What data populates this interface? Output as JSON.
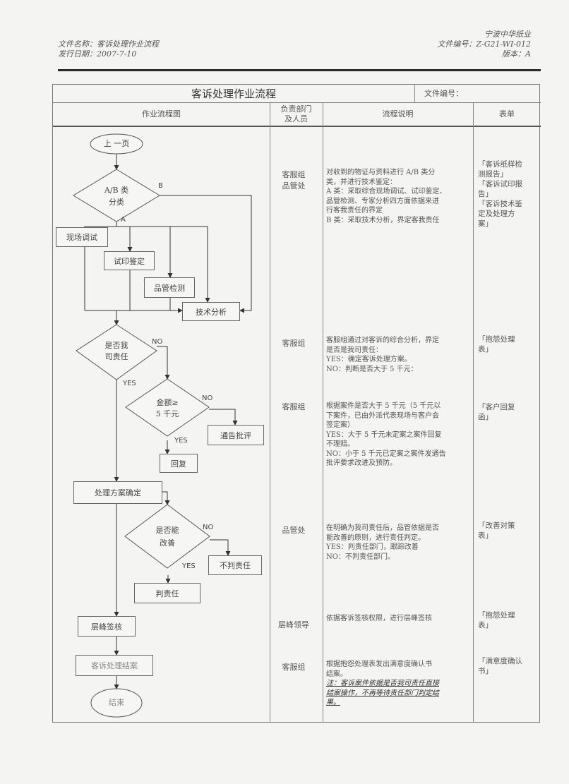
{
  "header": {
    "file_name": "文件名称：客诉处理作业流程",
    "issue_date": "发行日期：2007-7-10",
    "company": "宁波中华纸业",
    "file_no": "文件编号：Z-G21-WI-012",
    "version": "版本：A"
  },
  "table": {
    "title": "客诉处理作业流程",
    "file_no_label": "文件编号：",
    "col_flow": "作业流程图",
    "col_dept_1": "负责部门",
    "col_dept_2": "及人员",
    "col_desc": "流程说明",
    "col_form": "表单"
  },
  "flow": {
    "start": "上 一页",
    "ab_1": "A/B 类",
    "ab_2": "分类",
    "label_b": "B",
    "label_a": "A",
    "field_debug": "现场调试",
    "print_check": "试印鉴定",
    "qc_test": "品管检测",
    "tech_analysis": "技术分析",
    "resp_1": "是否我",
    "resp_2": "司责任",
    "no1": "NO",
    "yes1": "YES",
    "amt_1": "金额≥",
    "amt_2": "5 千元",
    "no2": "NO",
    "yes2": "YES",
    "notice": "通告批评",
    "reply": "回复",
    "plan": "处理方案确定",
    "improve_1": "是否能",
    "improve_2": "改善",
    "no3": "NO",
    "yes3": "YES",
    "not_judge": "不判责任",
    "judge": "判责任",
    "sign": "层峰签核",
    "close": "客诉处理结案",
    "end": "结束"
  },
  "rows": [
    {
      "dept": [
        "客服组",
        "品管处"
      ],
      "desc": [
        "对收到的物证与资料进行 A/B 类分",
        "类，并进行技术鉴定：",
        "A 类：采取综合现场调试、试印鉴定、",
        "品管检测、专家分析四方面依据来进",
        "行客我责任的界定",
        "B 类：采取技术分析，界定客我责任"
      ],
      "form": [
        "「客诉纸样检",
        "测报告」",
        "「客诉试印报",
        "告」",
        "「客诉技术鉴",
        "定及处理方",
        "案」"
      ]
    },
    {
      "dept": [
        "客服组"
      ],
      "desc": [
        "客服组通过对客诉的综合分析，界定",
        "是否是我司责任：",
        "YES：确定客诉处理方案。",
        "NO：判断是否大于 5 千元："
      ],
      "form": [
        "「抱怨处理",
        "表」"
      ]
    },
    {
      "dept": [
        "客服组"
      ],
      "desc": [
        "根据案件是否大于 5 千元（5 千元以",
        "下案件，已由外派代表现场与客户会",
        "签定案）",
        "YES：大于 5 千元未定案之案件回复",
        "不理赔。",
        "NO：小于 5 千元已定案之案件发通告",
        "批评要求改进及预防。"
      ],
      "form": [
        "「客户回复",
        "函」"
      ]
    },
    {
      "dept": [
        "品管处"
      ],
      "desc": [
        "在明确为我司责任后，品管依据是否",
        "能改善的原则，进行责任判定。",
        "YES：判责任部门，跟踪改善",
        "NO：不判责任部门。"
      ],
      "form": [
        "「改善对策",
        "表」"
      ]
    },
    {
      "dept": [
        "层峰领导"
      ],
      "desc": [
        "依据客诉签核权限，进行层峰签核"
      ],
      "form": [
        "「抱怨处理",
        "表」"
      ]
    },
    {
      "dept": [
        "客服组"
      ],
      "desc": [
        "根据抱怨处理表发出满意度确认书",
        "结案。"
      ],
      "note": [
        "注：客诉案件依据是否我司责任直接",
        "结案操作，不再等待责任部门判定结",
        "果。"
      ],
      "form": [
        "「满意度确认",
        "书」"
      ]
    }
  ]
}
